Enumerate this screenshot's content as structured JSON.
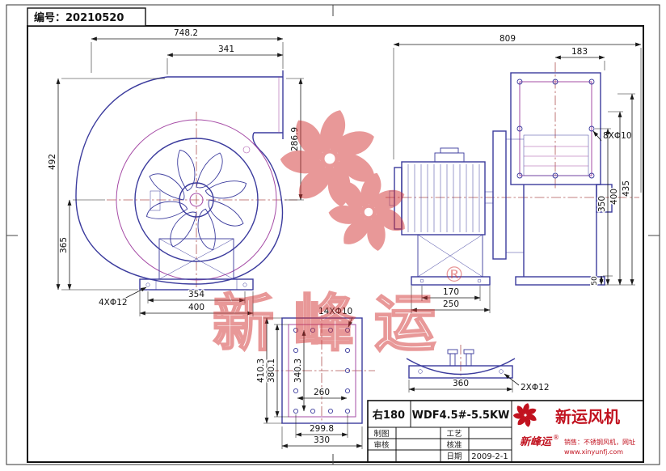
{
  "sheet": {
    "serial_label": "编号：20210520"
  },
  "left_view": {
    "total_width": "748.2",
    "outlet_width": "341",
    "total_height": "492",
    "base_height": "365",
    "outlet_height": "286.9",
    "base_holes": "4XΦ12",
    "hole_spacing": "354",
    "base_width": "400"
  },
  "right_view": {
    "total_length": "809",
    "flange_top": "183",
    "flange_holes": "8XΦ10",
    "height_1": "350",
    "height_2": "400",
    "height_3": "435",
    "motor_hole_spacing": "170",
    "motor_base_width": "250",
    "foot_height": "50"
  },
  "flange_view": {
    "holes": "14XΦ10",
    "outer_height": "410.3",
    "mid_height": "380.1",
    "hole_rows_height": "340.3",
    "inner_width": "260",
    "hole_cols_width": "299.8",
    "outer_width": "330"
  },
  "saddle_view": {
    "width": "360",
    "holes": "2XΦ12"
  },
  "title_block": {
    "orientation_model": "右180",
    "model": "WDF4.5#-5.5KW",
    "drafted_label": "制图",
    "process_label": "工艺",
    "checked_label": "审核",
    "approved_label": "核准",
    "date_label": "日期",
    "date_value": "2009-2-1",
    "company_name": "新运风机",
    "brand_script": "新峰运",
    "registered_mark": "®",
    "sales_line": "销售：不锈钢风机，网址",
    "website": "www.xinyunfj.com"
  },
  "watermark": {
    "brand": "新峰运",
    "registered": "®"
  },
  "colors": {
    "line_primary": "#3b3b9d",
    "line_secondary": "#a64ca6",
    "dimension": "#1a1a1a",
    "brand_red": "#c1121f",
    "watermark_red": "#d23434"
  }
}
